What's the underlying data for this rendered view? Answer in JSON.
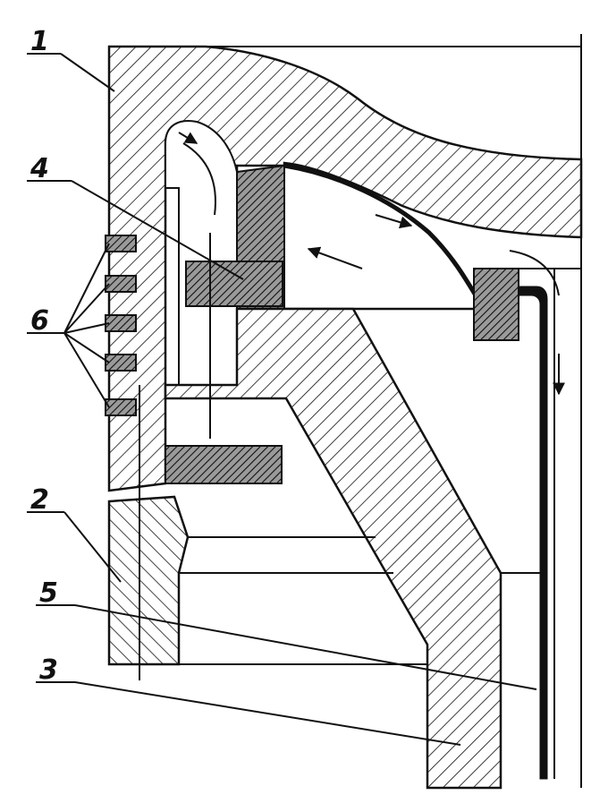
{
  "diagram": {
    "ink_color": "#111111",
    "background_color": "#ffffff",
    "callouts": [
      {
        "id": "1",
        "label": "1"
      },
      {
        "id": "2",
        "label": "2"
      },
      {
        "id": "3",
        "label": "3"
      },
      {
        "id": "4",
        "label": "4"
      },
      {
        "id": "5",
        "label": "5"
      },
      {
        "id": "6",
        "label": "6"
      }
    ]
  }
}
